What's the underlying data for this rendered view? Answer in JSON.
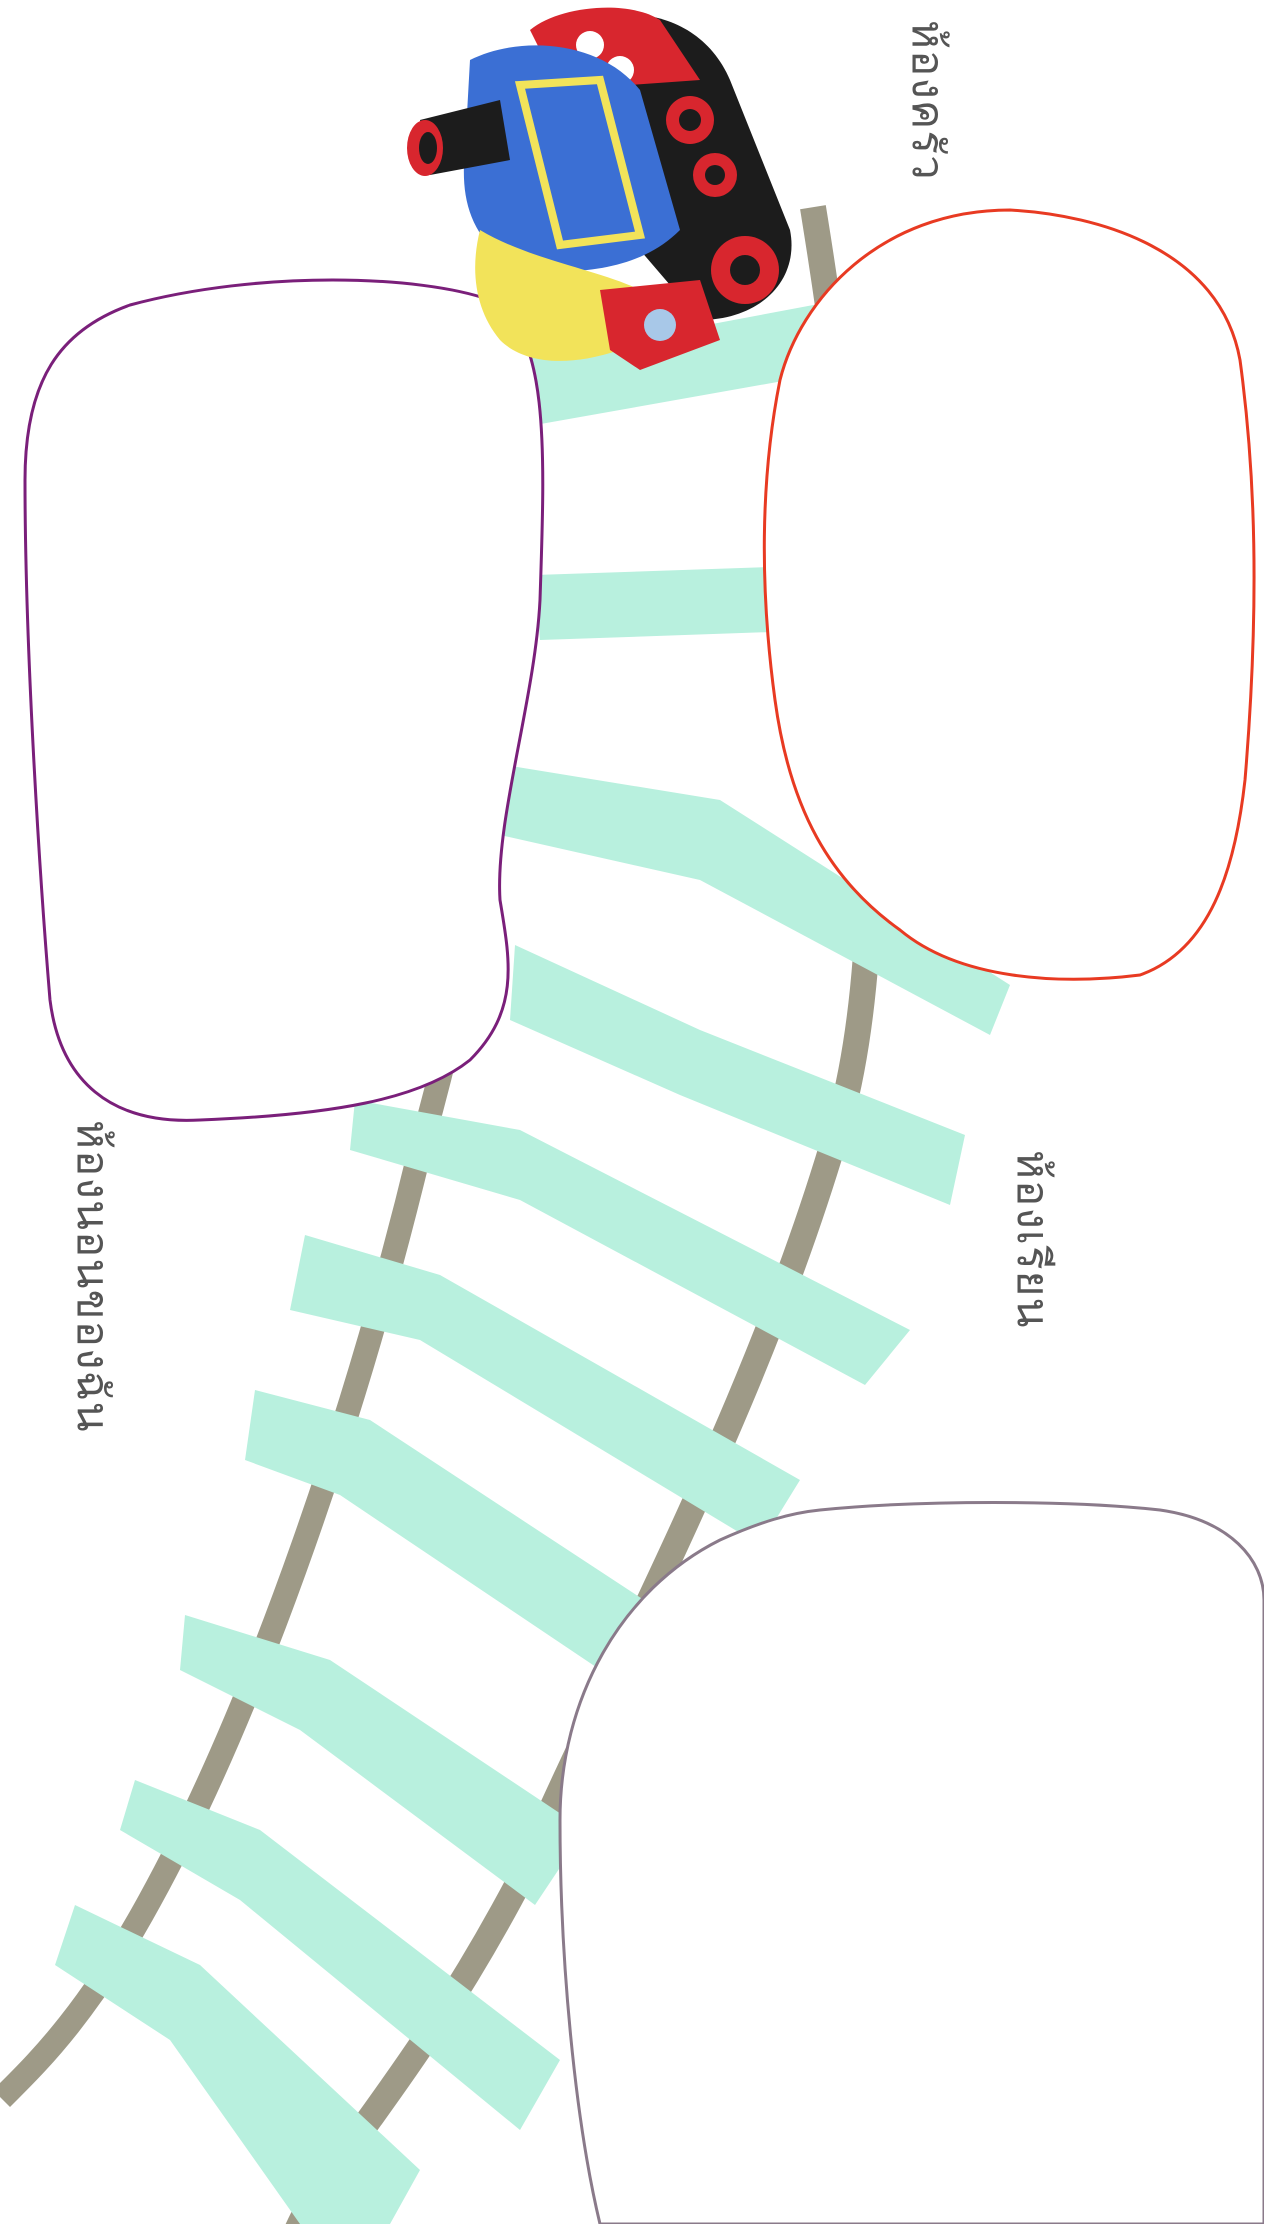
{
  "labels": {
    "top_right": "ห้องครัว",
    "middle_right": "ห้องเรียน",
    "left": "ห้องนอนของฉัน"
  },
  "colors": {
    "rail": "#9e9a87",
    "tie": "#b8f0de",
    "bubble_purple": "#7a1f7a",
    "bubble_red": "#e83a22",
    "bubble_grey": "#8a7a8a",
    "train_blue": "#3b6fd4",
    "train_red": "#d8262e",
    "train_yellow": "#f2e35a",
    "train_black": "#1c1c1c"
  },
  "icons": {
    "train": "toy-train-icon"
  }
}
